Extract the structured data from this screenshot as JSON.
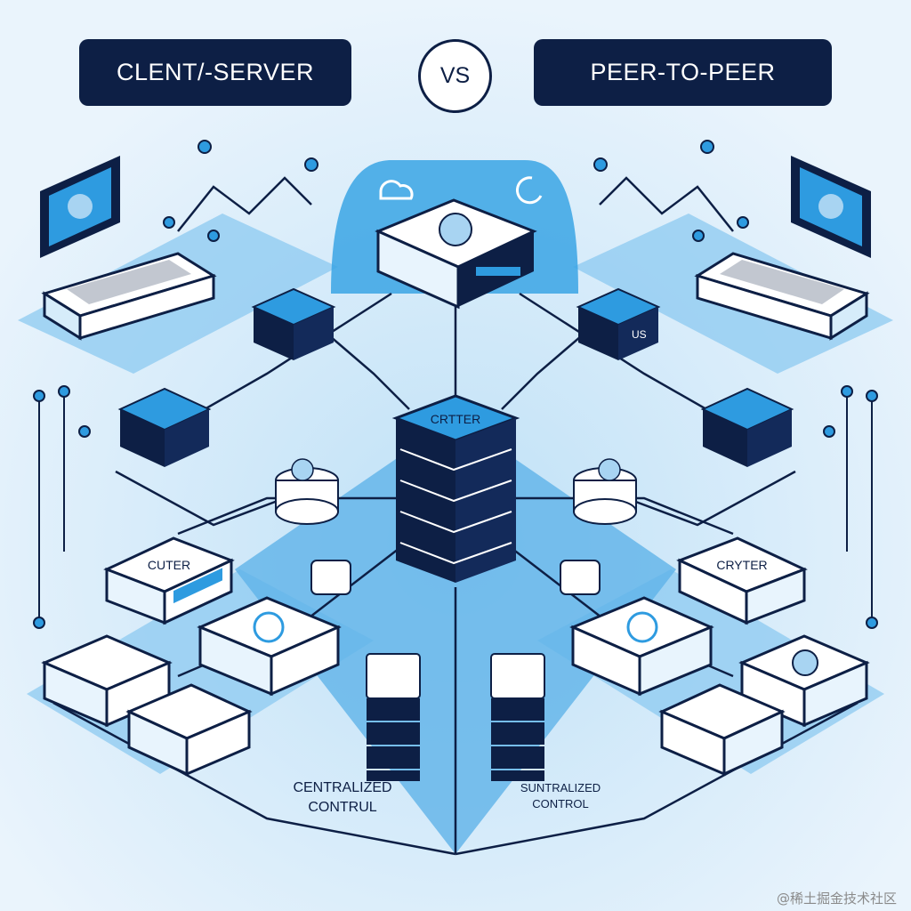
{
  "header": {
    "left_title": "CLENT/-SERVER",
    "vs_label": "VS",
    "right_title": "PEER-TO-PEER"
  },
  "diagram": {
    "center_tower_label": "CRTTER",
    "left_router_label": "CUTER",
    "right_router_label": "CRYTER",
    "left_caption_line1": "CENTRALIZED",
    "left_caption_line2": "CONTRUL",
    "right_caption_line1": "SUNTRALIZED",
    "right_caption_line2": "CONTROL",
    "right_server_text": "US"
  },
  "watermark": "@稀土掘金技术社区",
  "colors": {
    "navy": "#0d1f45",
    "blue": "#2e9be0",
    "light_blue": "#a8d4f2",
    "background": "#eaf4fc"
  }
}
